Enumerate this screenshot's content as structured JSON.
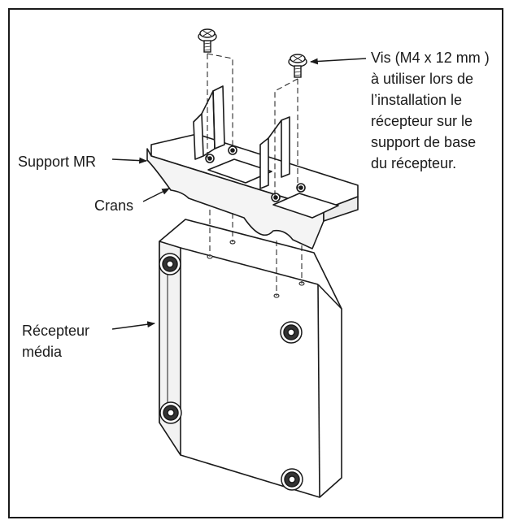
{
  "labels": {
    "support_mr": "Support MR",
    "crans": "Crans",
    "recepteur_line1": "Récepteur",
    "recepteur_line2": "média",
    "vis_line1": "Vis (M4 x 12 mm )",
    "vis_line2": "à utiliser lors de",
    "vis_line3": "l’installation le",
    "vis_line4": "récepteur sur le",
    "vis_line5": "support de base",
    "vis_line6": "du récepteur."
  },
  "colors": {
    "ink": "#1a1a1a",
    "shade": "#d9d9d9",
    "background": "#ffffff"
  },
  "icons": [
    "screw-icon",
    "rubber-foot-icon",
    "arrow-icon"
  ]
}
